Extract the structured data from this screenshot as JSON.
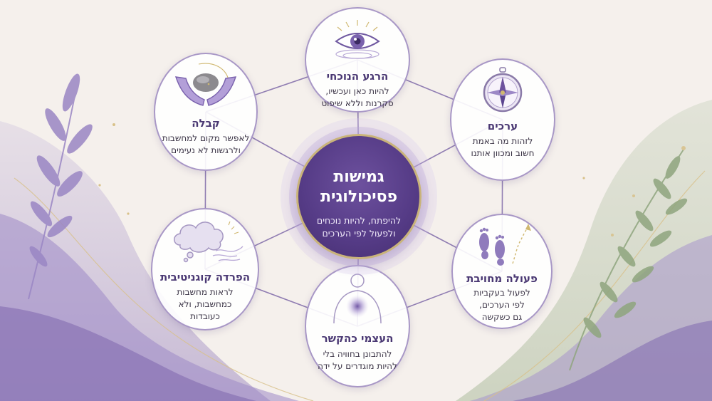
{
  "center": {
    "title_line1": "גמישות",
    "title_line2": "פסיכולוגית",
    "subtitle_line1": "להיפתח, להיות נוכחים",
    "subtitle_line2": "ולפעול לפי הערכים"
  },
  "nodes": [
    {
      "id": "present",
      "icon": "eye-icon",
      "title": "הרגע הנוכחי",
      "lines": [
        "להיות כאן ועכשיו,",
        "סקרנות וללא שיפוט"
      ]
    },
    {
      "id": "values",
      "icon": "compass-icon",
      "title": "ערכים",
      "lines": [
        "לזהות מה באמת",
        "חשוב ומכוון אותנו"
      ]
    },
    {
      "id": "action",
      "icon": "footprints-icon",
      "title": "פעולה מחויבת",
      "lines": [
        "לפעול בעקביות",
        "לפי הערכים,",
        "גם כשקשה"
      ]
    },
    {
      "id": "self",
      "icon": "body-silhouette-icon",
      "title": "העצמי כהקשר",
      "lines": [
        "להתבונן בחוויה בלי",
        "להיות מוגדרים על ידה"
      ]
    },
    {
      "id": "defusion",
      "icon": "cloud-icon",
      "title": "הפרדה קוגניטיבית",
      "lines": [
        "לראות מחשבות",
        "כמחשבות, ולא",
        "כעובדות"
      ]
    },
    {
      "id": "acceptance",
      "icon": "hands-holding-stone-icon",
      "title": "קבלה",
      "lines": [
        "לאפשר מקום למחשבות",
        "ולרגשות לא נעימים"
      ]
    }
  ],
  "colors": {
    "accent": "#553b86",
    "node_border": "#a897c6",
    "gold": "#c9b37a",
    "background": "#f5f0ec",
    "leaf_purple": "#9a86c4",
    "leaf_green": "#8fa57e"
  }
}
